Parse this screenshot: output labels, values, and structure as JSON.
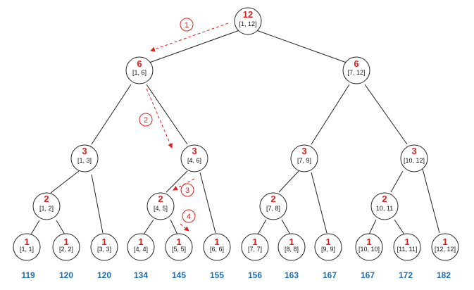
{
  "colors": {
    "count": "#e02020",
    "value": "#1f6fb5",
    "step": "#e02020",
    "edge": "#222222"
  },
  "nodes": [
    {
      "id": "n1",
      "count": "12",
      "range": "[1, 12]"
    },
    {
      "id": "n2",
      "count": "6",
      "range": "[1, 6]"
    },
    {
      "id": "n3",
      "count": "6",
      "range": "[7, 12]"
    },
    {
      "id": "n4",
      "count": "3",
      "range": "[1, 3]"
    },
    {
      "id": "n5",
      "count": "3",
      "range": "[4, 6]"
    },
    {
      "id": "n6",
      "count": "3",
      "range": "[7, 9]"
    },
    {
      "id": "n7",
      "count": "3",
      "range": "[10, 12]"
    },
    {
      "id": "n8",
      "count": "2",
      "range": "[1, 2]"
    },
    {
      "id": "n9",
      "count": "2",
      "range": "[4, 5]"
    },
    {
      "id": "n10",
      "count": "2",
      "range": "[7, 8]"
    },
    {
      "id": "n11",
      "count": "2",
      "range": "10, 11"
    },
    {
      "id": "l1",
      "count": "1",
      "range": "[1, 1]"
    },
    {
      "id": "l2",
      "count": "1",
      "range": "[2, 2]"
    },
    {
      "id": "l3",
      "count": "1",
      "range": "[3, 3]"
    },
    {
      "id": "l4",
      "count": "1",
      "range": "[4, 4]"
    },
    {
      "id": "l5",
      "count": "1",
      "range": "[5, 5]"
    },
    {
      "id": "l6",
      "count": "1",
      "range": "[6, 6]"
    },
    {
      "id": "l7",
      "count": "1",
      "range": "[7, 7]"
    },
    {
      "id": "l8",
      "count": "1",
      "range": "[8, 8]"
    },
    {
      "id": "l9",
      "count": "1",
      "range": "[9, 9]"
    },
    {
      "id": "l10",
      "count": "1",
      "range": "[10, 10]"
    },
    {
      "id": "l11",
      "count": "1",
      "range": "[11, 11]"
    },
    {
      "id": "l12",
      "count": "1",
      "range": "[12, 12]"
    }
  ],
  "leaf_values": [
    "119",
    "120",
    "120",
    "134",
    "145",
    "155",
    "156",
    "163",
    "167",
    "167",
    "172",
    "182"
  ],
  "steps": [
    "1",
    "2",
    "3",
    "4"
  ]
}
